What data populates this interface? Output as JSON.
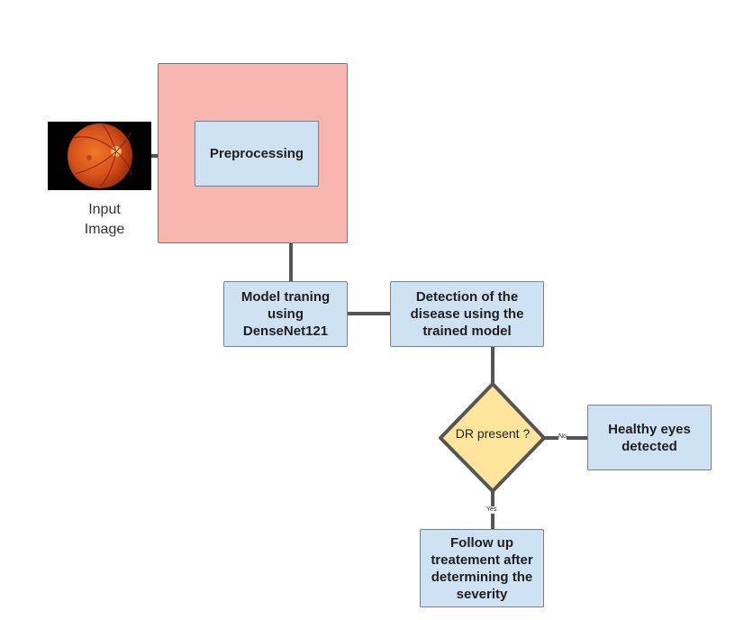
{
  "input": {
    "caption": "Input\nImage"
  },
  "nodes": {
    "preprocessing": "Preprocessing",
    "model_training": "Model traning\nusing\nDenseNet121",
    "detection": "Detection of the\ndisease using the\ntrained model",
    "decision": "DR present ?",
    "healthy": "Healthy eyes\ndetected",
    "follow_up": "Follow up\ntreatement after\ndetermining the\nseverity"
  },
  "edge_labels": {
    "no": "No",
    "yes": "Yes"
  },
  "colors": {
    "process_fill": "#cfe2f3",
    "group_fill": "#f8b5b0",
    "decision_fill": "#fde59c",
    "connector": "#555555"
  },
  "icons": {
    "input_image": "retina-fundus-image"
  }
}
